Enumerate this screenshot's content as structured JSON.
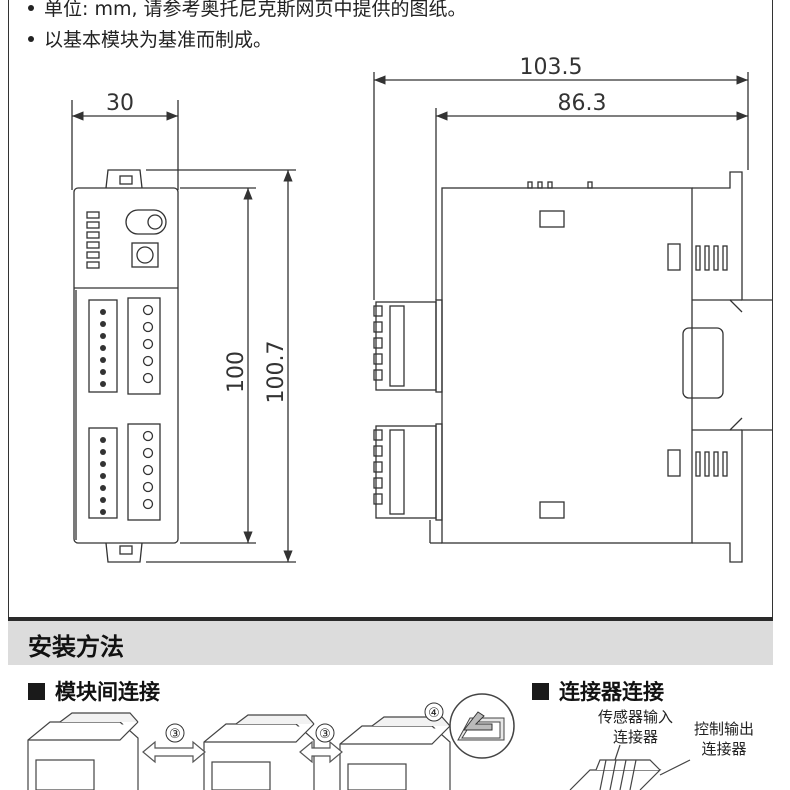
{
  "notes": [
    "单位: mm, 请参考奥托尼克斯网页中提供的图纸。",
    "以基本模块为基准而制成。"
  ],
  "dimensions": {
    "front_width": "30",
    "side_overall_width": "103.5",
    "side_body_width": "86.3",
    "height_inner": "100",
    "height_outer": "100.7"
  },
  "section": {
    "title": "安装方法"
  },
  "module_connection": {
    "heading": "模块间连接",
    "steps": [
      "③",
      "③",
      "④"
    ]
  },
  "connector_connection": {
    "heading": "连接器连接",
    "sensor_input_label_line1": "传感器输入",
    "sensor_input_label_line2": "连接器",
    "control_output_label_line1": "控制输出",
    "control_output_label_line2": "连接器"
  }
}
